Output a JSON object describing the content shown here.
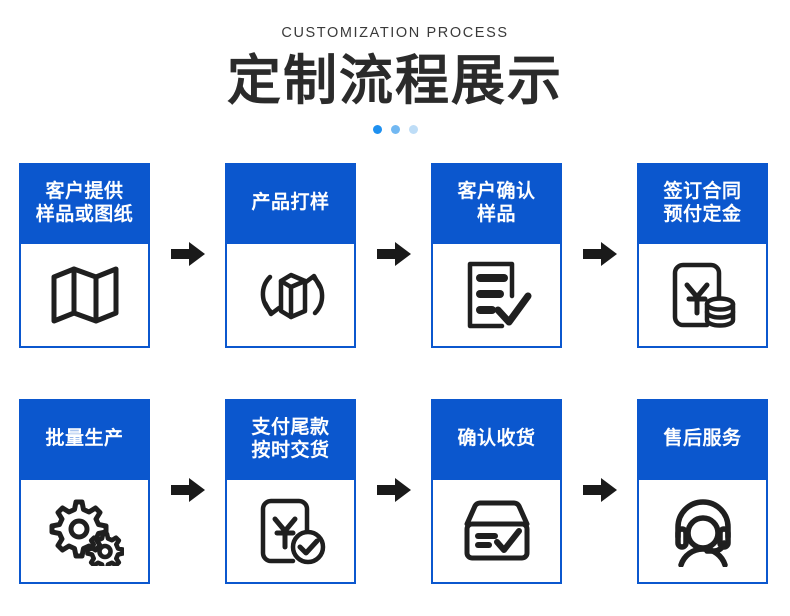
{
  "header": {
    "eyebrow": "CUSTOMIZATION PROCESS",
    "title": "定制流程展示",
    "dots": [
      {
        "name": "dot-active",
        "color": "#1E90F0"
      },
      {
        "name": "dot-medium",
        "color": "#72B8F2"
      },
      {
        "name": "dot-light",
        "color": "#BEDDF7"
      }
    ]
  },
  "theme": {
    "brand_blue": "#0B57CE",
    "card_border": "#0B57CE",
    "icon_stroke": "#1f1f1f",
    "background": "#FFFFFF",
    "title_color": "#2B2B2B"
  },
  "arrow": {
    "name": "arrow-right-icon",
    "color": "#1a1a1a",
    "count": 6
  },
  "steps": [
    {
      "index": 1,
      "lines": [
        "客户提供",
        "样品或图纸"
      ],
      "icon": "folded-map-icon",
      "row": 1
    },
    {
      "index": 2,
      "lines": [
        "产品打样"
      ],
      "icon": "box-refresh-icon",
      "row": 1
    },
    {
      "index": 3,
      "lines": [
        "客户确认",
        "样品"
      ],
      "icon": "document-check-icon",
      "row": 1
    },
    {
      "index": 4,
      "lines": [
        "签订合同",
        "预付定金"
      ],
      "icon": "yuan-document-coins-icon",
      "row": 1
    },
    {
      "index": 5,
      "lines": [
        "批量生产"
      ],
      "icon": "gears-icon",
      "row": 2
    },
    {
      "index": 6,
      "lines": [
        "支付尾款",
        "按时交货"
      ],
      "icon": "yuan-document-check-icon",
      "row": 2
    },
    {
      "index": 7,
      "lines": [
        "确认收货"
      ],
      "icon": "package-check-icon",
      "row": 2
    },
    {
      "index": 8,
      "lines": [
        "售后服务"
      ],
      "icon": "headset-support-icon",
      "row": 2
    }
  ]
}
